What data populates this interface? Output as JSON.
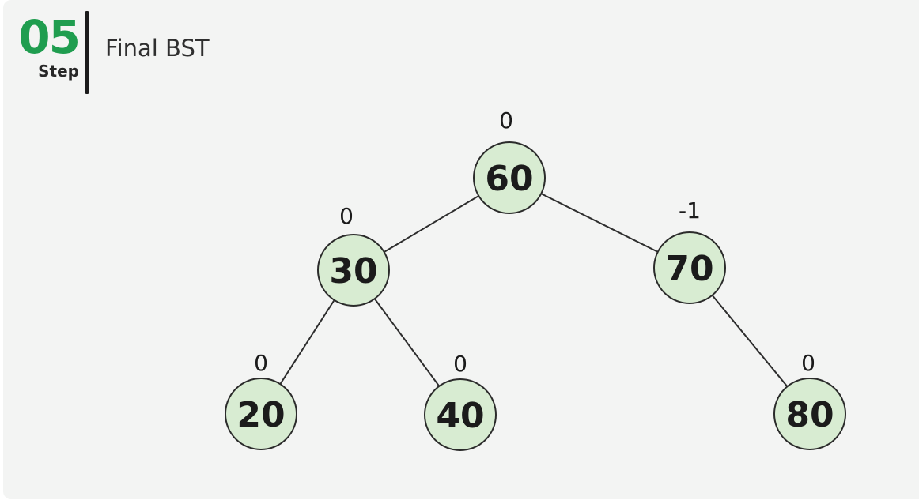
{
  "header": {
    "step_number": "05",
    "step_label": "Step",
    "title": "Final BST"
  },
  "tree": {
    "type": "binary-search-tree",
    "nodes": [
      {
        "value": "60",
        "balance_factor": "0"
      },
      {
        "value": "30",
        "balance_factor": "0"
      },
      {
        "value": "70",
        "balance_factor": "-1"
      },
      {
        "value": "20",
        "balance_factor": "0"
      },
      {
        "value": "40",
        "balance_factor": "0"
      },
      {
        "value": "80",
        "balance_factor": "0"
      }
    ],
    "edges": [
      {
        "from": "60",
        "to": "30"
      },
      {
        "from": "60",
        "to": "70"
      },
      {
        "from": "30",
        "to": "20"
      },
      {
        "from": "30",
        "to": "40"
      },
      {
        "from": "70",
        "to": "80"
      }
    ]
  },
  "colors": {
    "card_background": "#f3f4f3",
    "node_fill": "#d8ecd2",
    "node_border": "#2b2b2b",
    "edge": "#2d2d2d",
    "accent_green": "#1f9d4f",
    "text_dark": "#1b1b1b"
  }
}
